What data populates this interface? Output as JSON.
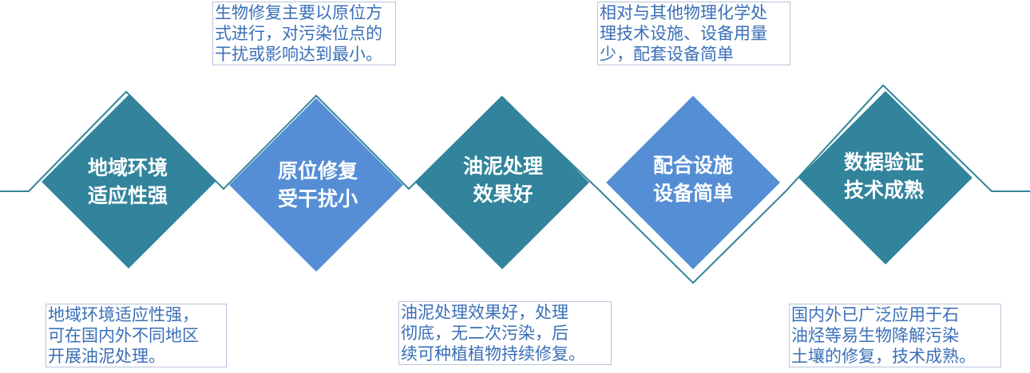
{
  "colors": {
    "teal": "#31849b",
    "blue": "#558ed5",
    "line": "#31849b",
    "desc_text": "#3a6fb8"
  },
  "steps": [
    {
      "label": [
        "地域环境",
        "适应性强"
      ],
      "color": "teal"
    },
    {
      "label": [
        "原位修复",
        "受干扰小"
      ],
      "color": "blue"
    },
    {
      "label": [
        "油泥处理",
        "效果好"
      ],
      "color": "teal"
    },
    {
      "label": [
        "配合设施",
        "设备简单"
      ],
      "color": "blue"
    },
    {
      "label": [
        "数据验证",
        "技术成熟"
      ],
      "color": "teal"
    }
  ],
  "descriptions": {
    "d1": [
      "地域环境适应性强，",
      "可在国内外不同地区",
      "开展油泥处理。"
    ],
    "d2": [
      "生物修复主要以原位方",
      "式进行，对污染位点的",
      "干扰或影响达到最小。"
    ],
    "d3": [
      "油泥处理效果好，处理",
      "彻底，无二次污染，后",
      "续可种植植物持续修复。"
    ],
    "d4": [
      "相对与其他物理化学处",
      "理技术设施、设备用量",
      "少，配套设备简单"
    ],
    "d5": [
      "国内外已广泛应用于石",
      "油烃等易生物降解污染",
      "土壤的修复，技术成熟。"
    ]
  }
}
